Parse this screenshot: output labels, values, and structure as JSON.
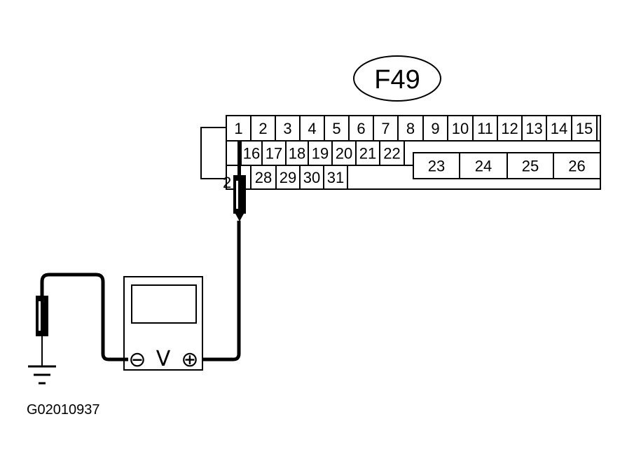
{
  "connector": {
    "name": "F49",
    "row1": [
      "1",
      "2",
      "3",
      "4",
      "5",
      "6",
      "7",
      "8",
      "9",
      "10",
      "11",
      "12",
      "13",
      "14",
      "15"
    ],
    "row2": [
      "16",
      "17",
      "18",
      "19",
      "20",
      "21",
      "22"
    ],
    "row2_wide": [
      "23",
      "24",
      "25",
      "26"
    ],
    "row3": [
      "28",
      "29",
      "30",
      "31"
    ],
    "partial_left_row3": "2"
  },
  "meter": {
    "function_symbol": "V",
    "neg_symbol": "⊖",
    "pos_symbol": "⊕"
  },
  "figure_code": "G02010937"
}
